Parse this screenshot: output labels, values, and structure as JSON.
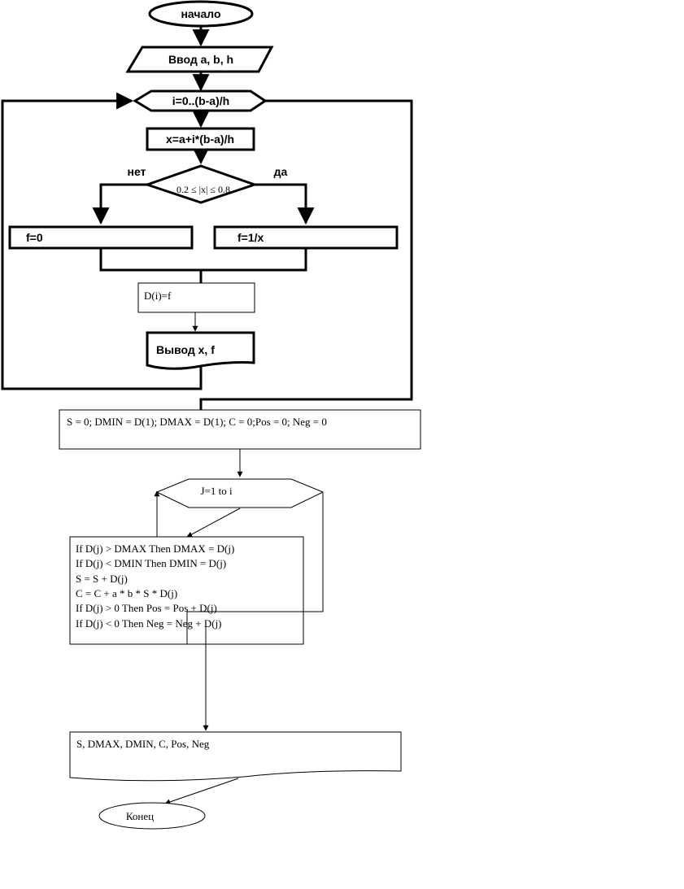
{
  "flowchart": {
    "start": "начало",
    "input": "Ввод a, b, h",
    "loop1": "i=0..(b-a)/h",
    "calc_x": "x=a+i*(b-a)/h",
    "condition": "0.2 ≤ |x| ≤ 0.8",
    "branch_no": "нет",
    "branch_yes": "да",
    "f_zero": "f=0",
    "f_inv": "f=1/x",
    "assign_d": "D(i)=f",
    "output1": "Вывод x, f",
    "init": "S = 0; DMIN = D(1); DMAX = D(1); C = 0;Pos = 0; Neg = 0",
    "loop2": "J=1 to i",
    "body_lines": [
      "If D(j) > DMAX Then DMAX = D(j)",
      "If D(j) < DMIN Then DMIN = D(j)",
      "S = S + D(j)",
      "C = C + a * b * S * D(j)",
      "If D(j) > 0 Then Pos = Pos + D(j)",
      "If D(j) < 0 Then Neg = Neg + D(j)"
    ],
    "output2": "S,  DMAX,  DMIN, C, Pos, Neg",
    "end": "Конец"
  }
}
